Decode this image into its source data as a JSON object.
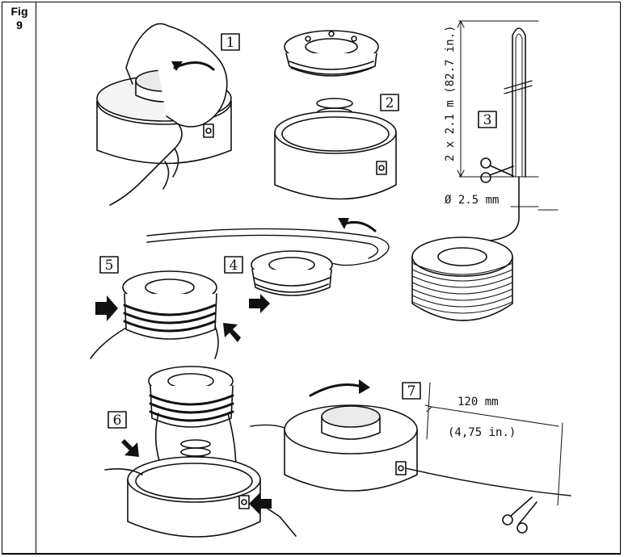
{
  "figure": {
    "label_line1": "Fig",
    "label_line2": "9"
  },
  "steps": [
    "1",
    "2",
    "3",
    "4",
    "5",
    "6",
    "7"
  ],
  "measurements": {
    "line_length": "2 x 2.1 m (82.7 in.)",
    "line_diameter": "Ø 2.5 mm",
    "trim_length_mm": "120 mm",
    "trim_length_in": "(4,75 in.)"
  },
  "icons": [
    "hand-icon",
    "rotate-arrow-icon",
    "spring-icon",
    "scissors-icon",
    "push-arrow-icon",
    "line-coil-icon"
  ]
}
